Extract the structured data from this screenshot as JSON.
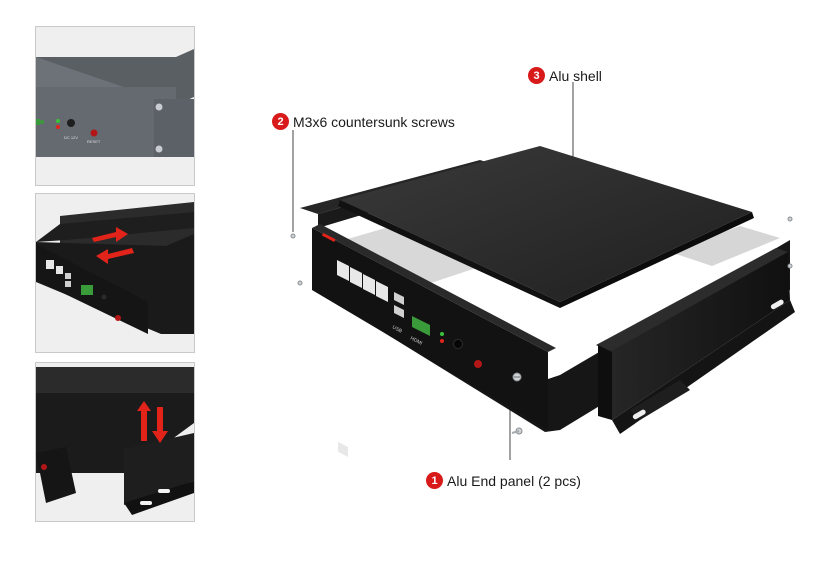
{
  "callouts": [
    {
      "number": "1",
      "label": "Alu End panel (2 pcs)"
    },
    {
      "number": "2",
      "label": "M3x6 countersunk screws"
    },
    {
      "number": "3",
      "label": "Alu shell"
    }
  ],
  "port_labels": {
    "dc_in": "DC 12V",
    "reset": "RESET",
    "usb": "USB",
    "hdmi": "HDMI"
  },
  "colors": {
    "badge": "#d91a1a",
    "enclosure": "#1c1c1c",
    "top_plate": "#2a2a2a",
    "assembled_shell": "#6d7278",
    "arrow": "#e2231a",
    "terminal_block": "#3a9b3a"
  },
  "icons": [
    "screw-icon",
    "push-arrow-icon",
    "rj45-port-icon",
    "usb-port-icon",
    "power-button-icon"
  ]
}
